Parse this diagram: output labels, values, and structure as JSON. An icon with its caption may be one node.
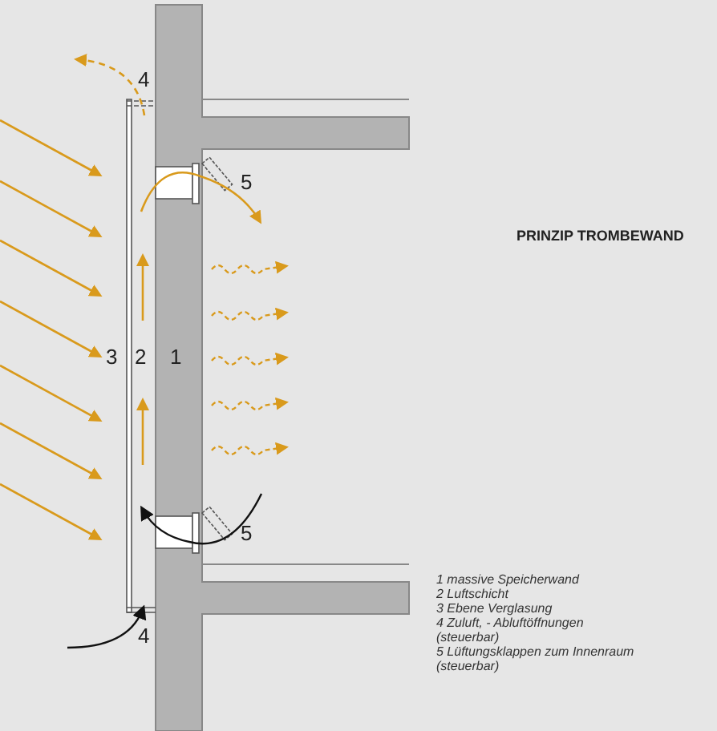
{
  "diagram": {
    "title": "PRINZIP TROMBEWAND",
    "labels": [
      "4",
      "5",
      "3",
      "2",
      "1",
      "5",
      "4",
      "1 massive Speicherwand",
      "2 Luftschicht",
      "3 Ebene Verglasung",
      "4 Zuluft, - Abluftöffnungen (steuerbar)",
      "5 Lüftungsklappen zum Innenraum (steuerbar)"
    ]
  }
}
